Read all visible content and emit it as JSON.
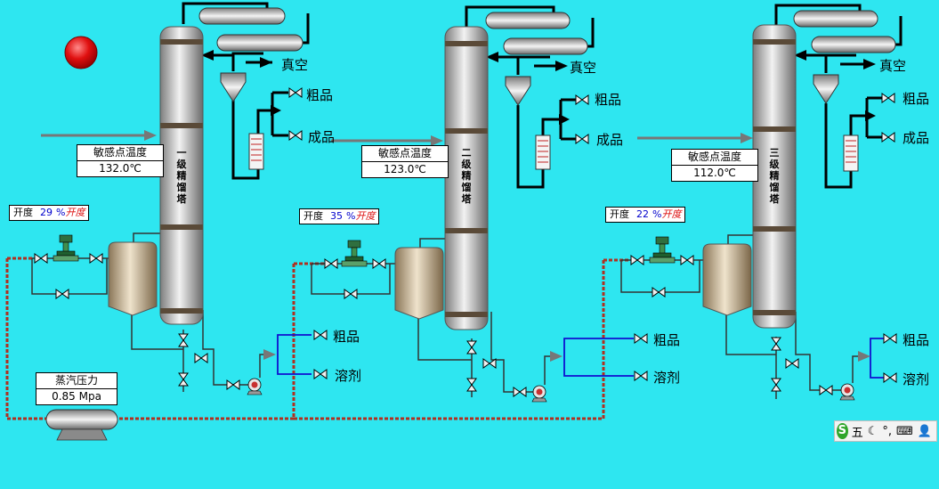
{
  "towers": [
    {
      "name": "一级精馏塔",
      "sensor_label": "敏感点温度",
      "sensor_value": "132.0℃",
      "open_label": "开度",
      "open_value": "29",
      "open_unit": "%",
      "open_label2": "开度",
      "vacuum": "真空",
      "crude": "粗品",
      "product": "成品",
      "bottom_crude": "粗品",
      "bottom_solvent": "溶剂"
    },
    {
      "name": "二级精馏塔",
      "sensor_label": "敏感点温度",
      "sensor_value": "123.0℃",
      "open_label": "开度",
      "open_value": "35",
      "open_unit": "%",
      "open_label2": "开度",
      "vacuum": "真空",
      "crude": "粗品",
      "product": "成品",
      "bottom_crude": "粗品",
      "bottom_solvent": "溶剂"
    },
    {
      "name": "三级精馏塔",
      "sensor_label": "敏感点温度",
      "sensor_value": "112.0℃",
      "open_label": "开度",
      "open_value": "22",
      "open_unit": "%",
      "open_label2": "开度",
      "vacuum": "真空",
      "crude": "粗品",
      "product": "成品",
      "bottom_crude": "粗品",
      "bottom_solvent": "溶剂"
    }
  ],
  "steam": {
    "label": "蒸汽压力",
    "value": "0.85 Mpa"
  },
  "ime": {
    "mode": "五",
    "icons": [
      "moon-icon",
      "punctuation-icon",
      "keyboard-icon",
      "user-icon"
    ]
  },
  "colors": {
    "background": "#2ee6f0",
    "alarm": "#e01010",
    "steam_pipe": "#b03020",
    "solvent_pipe": "#1010d0"
  }
}
